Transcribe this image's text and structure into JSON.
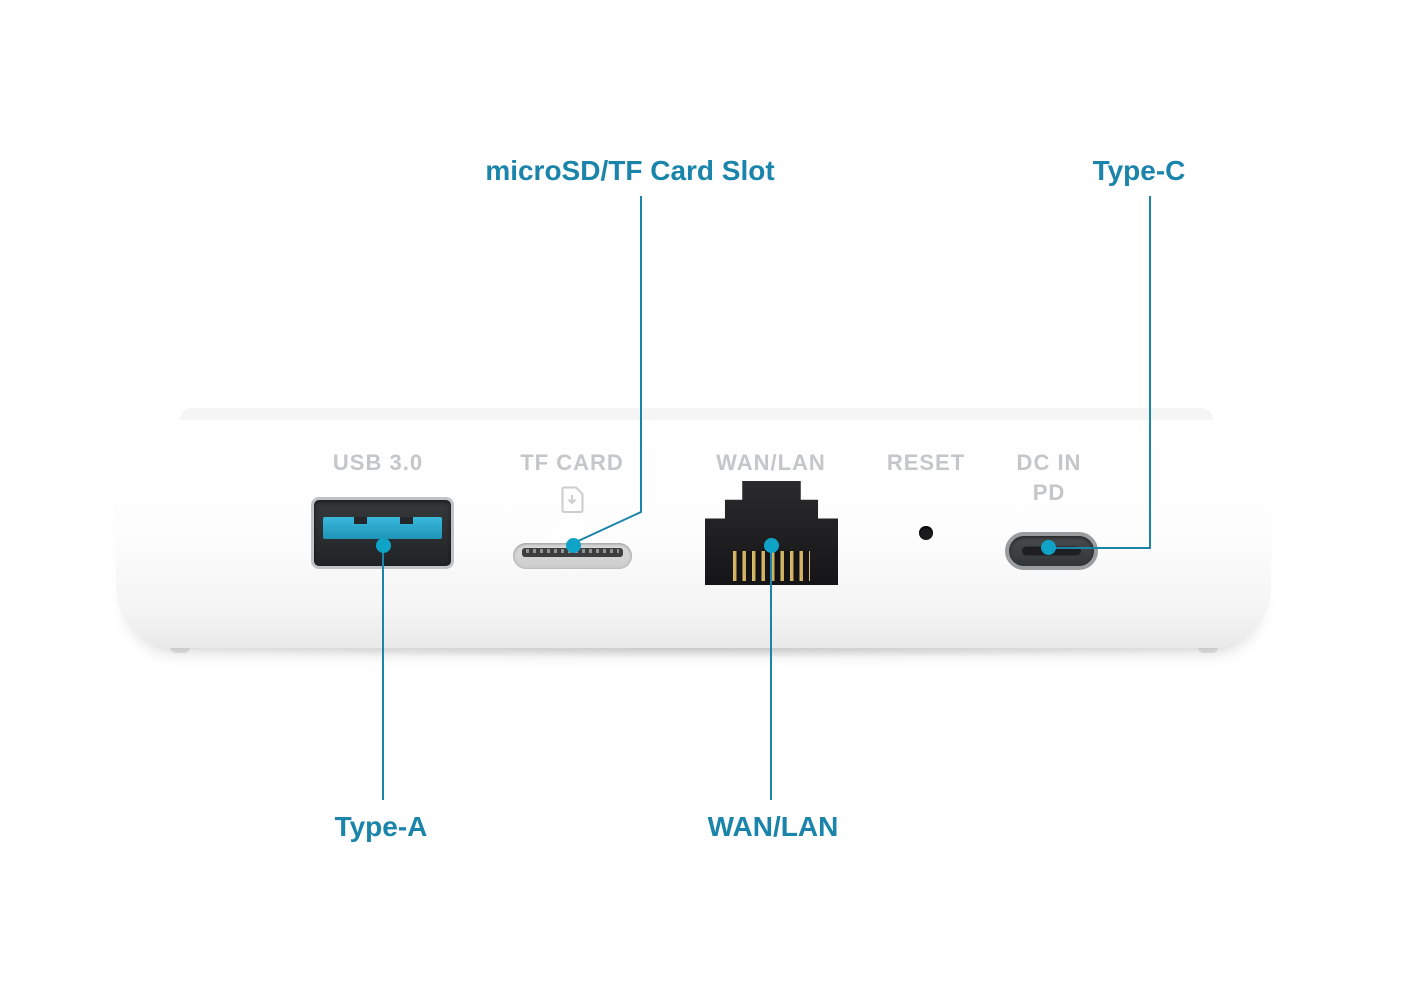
{
  "title": "Device rear panel port diagram",
  "callouts": {
    "microsd": "microSD/TF Card Slot",
    "type_c": "Type-C",
    "type_a": "Type-A",
    "wan_lan": "WAN/LAN"
  },
  "device_labels": {
    "usb": "USB 3.0",
    "tf": "TF CARD",
    "wan": "WAN/LAN",
    "reset": "RESET",
    "dc_line1": "DC IN",
    "dc_line2": "PD"
  },
  "colors": {
    "accent_teal": "#1a84aa",
    "callout_dot": "#10a3c8",
    "port_label_gray": "#c5c6c8",
    "usb_blue": "#28a7cb",
    "device_body": "#ffffff",
    "ethernet_black": "#1c1c1e",
    "pin_gold": "#d9bf70"
  },
  "icons": [
    "tf-card-icon"
  ]
}
